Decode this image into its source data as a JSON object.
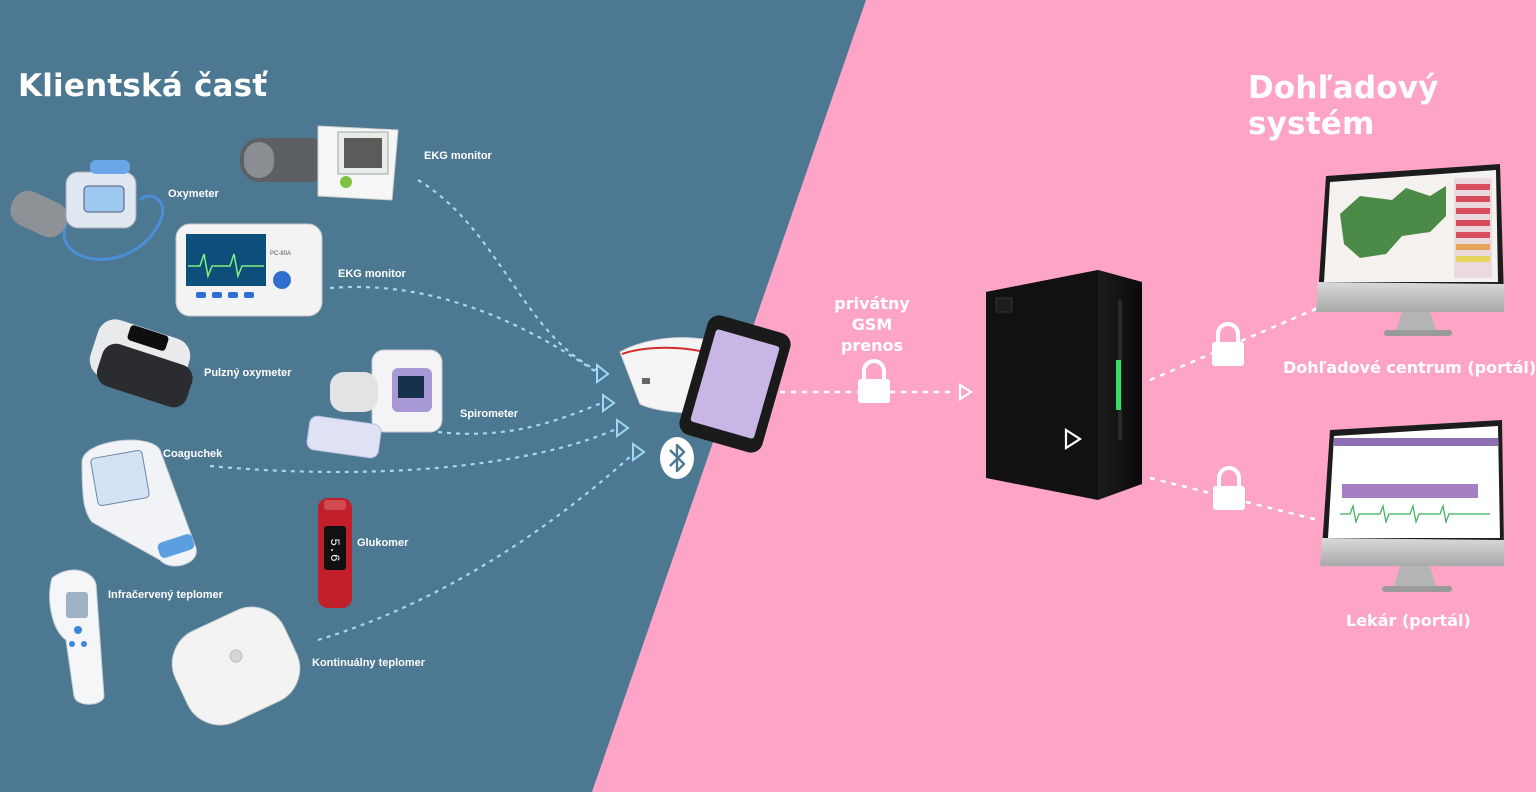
{
  "headings": {
    "client": "Klientská časť",
    "monitoring": "Dohľadový systém"
  },
  "devices": [
    {
      "id": "ekg-top",
      "label": "EKG monitor"
    },
    {
      "id": "oxymeter",
      "label": "Oxymeter"
    },
    {
      "id": "ekg-mid",
      "label": "EKG monitor"
    },
    {
      "id": "pulse-oxymeter",
      "label": "Pulzný oxymeter"
    },
    {
      "id": "spirometer",
      "label": "Spirometer"
    },
    {
      "id": "coaguchek",
      "label": "Coaguchek"
    },
    {
      "id": "glucometer",
      "label": "Glukomer"
    },
    {
      "id": "ir-thermometer",
      "label": "Infračervený teplomer"
    },
    {
      "id": "cont-thermometer",
      "label": "Kontinuálny teplomer"
    }
  ],
  "transmission": {
    "line1": "privátny",
    "line2": "GSM",
    "line3": "prenos"
  },
  "portals": {
    "center": "Dohľadové centrum (portál)",
    "doctor": "Lekár (portál)"
  },
  "device_texts": {
    "ekg_model": "PC-80A",
    "gluco_reading": "5.6"
  },
  "colors": {
    "left_bg": "#4c7891",
    "right_bg": "#fea5c7",
    "link": "#9fd8fa",
    "map": "#4b8a47"
  },
  "icons": {
    "bluetooth": "bluetooth-icon",
    "lock": "lock-icon",
    "arrow": "play-arrow-icon"
  }
}
